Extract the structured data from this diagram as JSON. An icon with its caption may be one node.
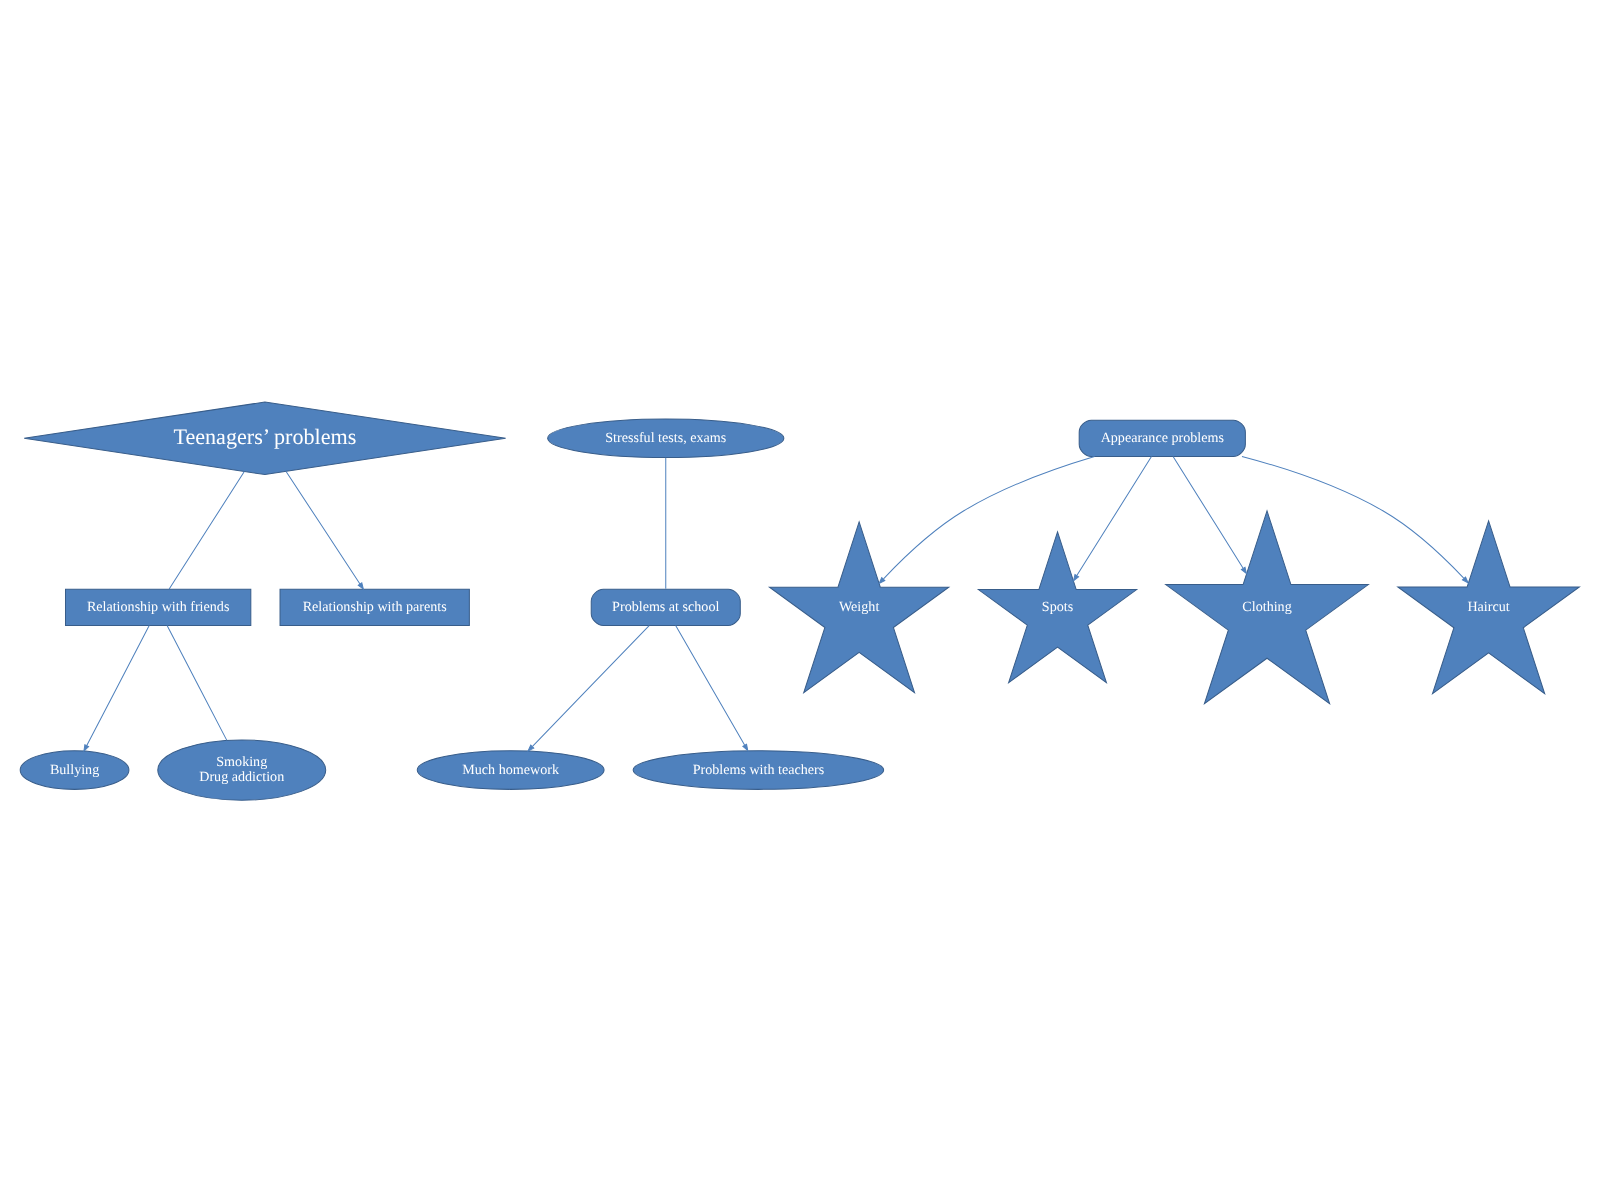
{
  "diagram": {
    "nodes": [
      {
        "text": [
          "Teenagers’ problems"
        ]
      },
      {
        "text": [
          "Relationship with friends"
        ]
      },
      {
        "text": [
          "Bullying"
        ]
      },
      {
        "text": [
          "Smoking",
          "Drug addiction"
        ]
      },
      {
        "text": [
          "Problems at school"
        ]
      },
      {
        "text": [
          "Stressful tests, exams"
        ]
      },
      {
        "text": [
          "Much homework"
        ]
      },
      {
        "text": [
          "Problems with teachers"
        ]
      },
      {
        "text": [
          "Relationship with parents"
        ]
      },
      {
        "text": [
          "Appearance problems"
        ]
      },
      {
        "text": [
          "Weight"
        ]
      },
      {
        "text": [
          "Spots"
        ]
      },
      {
        "text": [
          "Clothing"
        ]
      },
      {
        "text": [
          "Haircut"
        ]
      }
    ],
    "edges": [
      {
        "from": 1,
        "to": 2,
        "arrow": "to"
      },
      {
        "from": 1,
        "to": 3,
        "arrow": "none"
      },
      {
        "from": 0,
        "to": 1,
        "arrow": "none"
      },
      {
        "from": 5,
        "to": 4,
        "arrow": "none"
      },
      {
        "from": 4,
        "to": 6,
        "arrow": "to"
      },
      {
        "from": 4,
        "to": 7,
        "arrow": "to"
      },
      {
        "from": 0,
        "to": 8,
        "arrow": "to"
      },
      {
        "from": 9,
        "to": 10,
        "arrow": "to"
      },
      {
        "from": 9,
        "to": 11,
        "arrow": "to"
      },
      {
        "from": 9,
        "to": 12,
        "arrow": "to"
      },
      {
        "from": 9,
        "to": 13,
        "arrow": "to"
      }
    ]
  }
}
